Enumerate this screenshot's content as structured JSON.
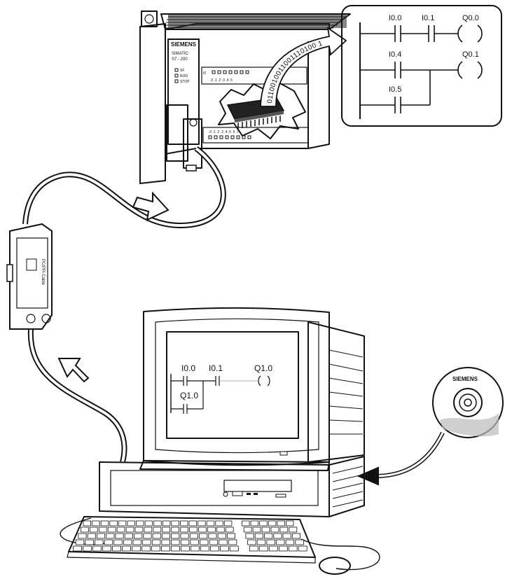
{
  "plc": {
    "brand": "SIEMENS",
    "model_line1": "SIMATIC",
    "model_line2": "S7 - 200",
    "led_sf": "SF",
    "led_run": "RUN",
    "led_stop": "STOP",
    "input_port": "I0",
    "input_numbers": ".0 .1 .2 .3 .4 .5",
    "output_numbers": ".0 .1 .2 .3 .4 .5 .6 .7"
  },
  "bitstream": "0110010011001110100 1",
  "ladder_panel": {
    "contact_1": "I0.0",
    "contact_2": "I0.1",
    "contact_3": "I0.4",
    "contact_4": "I0.5",
    "coil_1": "Q0.0",
    "coil_2": "Q0.1"
  },
  "cable": {
    "label": "PC/PPI Cable"
  },
  "monitor_ladder": {
    "contact_1": "I0.0",
    "contact_2": "I0.1",
    "coil": "Q1.0",
    "parallel_contact": "Q1.0"
  },
  "cd": {
    "brand": "SIEMENS"
  }
}
